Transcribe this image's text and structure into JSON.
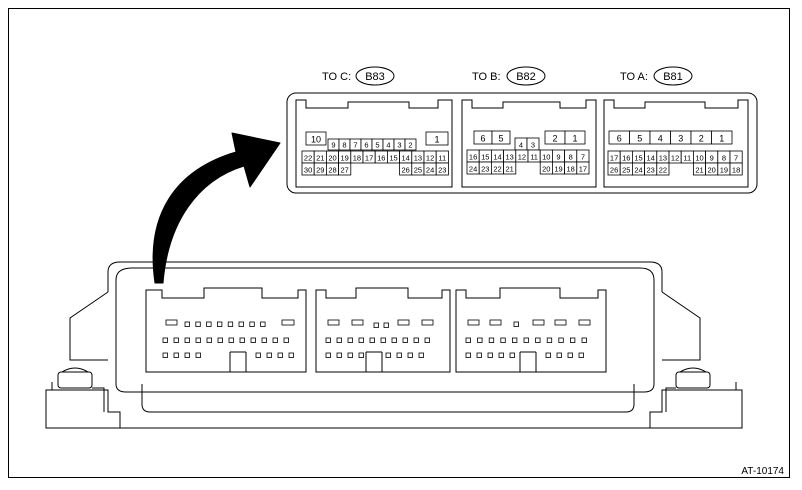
{
  "figure_id": "AT-10174",
  "connectors": [
    {
      "label": "TO C:",
      "code": "B83",
      "top_wide": [
        "10",
        "1"
      ],
      "top_small": [
        "9",
        "8",
        "7",
        "6",
        "5",
        "4",
        "3",
        "2"
      ],
      "row2": [
        "22",
        "21",
        "20",
        "19",
        "18",
        "17",
        "16",
        "15",
        "14",
        "13",
        "12",
        "11"
      ],
      "row3_left": [
        "30",
        "29",
        "28",
        "27"
      ],
      "row3_right": [
        "26",
        "25",
        "24",
        "23"
      ]
    },
    {
      "label": "TO B:",
      "code": "B82",
      "top_left": [
        "6",
        "5"
      ],
      "top_mid": [
        "4",
        "3"
      ],
      "top_right": [
        "2",
        "1"
      ],
      "row2": [
        "16",
        "15",
        "14",
        "13",
        "12",
        "11",
        "10",
        "9",
        "8",
        "7"
      ],
      "row3_left": [
        "24",
        "23",
        "22",
        "21"
      ],
      "row3_right": [
        "20",
        "19",
        "18",
        "17"
      ]
    },
    {
      "label": "TO A:",
      "code": "B81",
      "top": [
        "6",
        "5",
        "4",
        "3",
        "2",
        "1"
      ],
      "row2": [
        "17",
        "16",
        "15",
        "14",
        "13",
        "12",
        "11",
        "10",
        "9",
        "8",
        "7"
      ],
      "row3_left": [
        "26",
        "25",
        "24",
        "23",
        "22"
      ],
      "row3_right": [
        "21",
        "20",
        "19",
        "18"
      ]
    }
  ]
}
